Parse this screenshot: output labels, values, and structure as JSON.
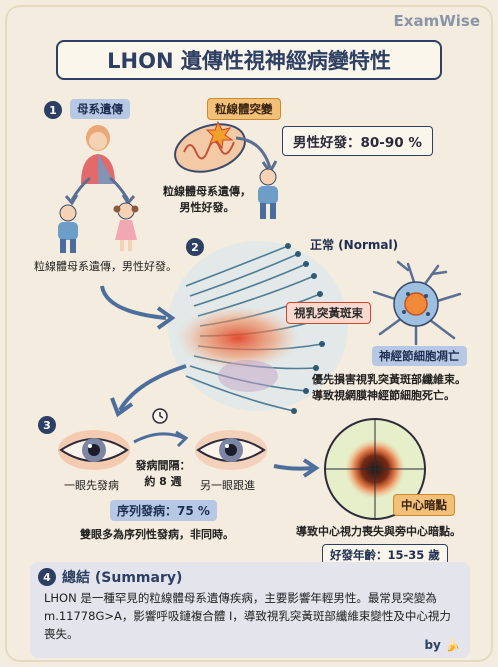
{
  "brand": "ExamWise",
  "title": "LHON 遺傳性視神經病變特性",
  "section1": {
    "number": "1",
    "tag": "母系遺傳",
    "mito_tag": "粒線體突變",
    "male_box": "男性好發：80-90 %",
    "mito_caption_line1": "粒線體母系遺傳，",
    "mito_caption_line2": "男性好發。",
    "family_caption": "粒線體母系遺傳，男性好發。"
  },
  "section2": {
    "number": "2",
    "normal_label": "正常 (Normal)",
    "lesion_tag": "視乳突黃斑束",
    "ganglion_tag": "神經節細胞凋亡",
    "desc_line1": "優先損害視乳突黃斑部纖維束。",
    "desc_line2": "導致視網膜神經節細胞死亡。"
  },
  "section3": {
    "number": "3",
    "first_eye": "一眼先發病",
    "interval_line1": "發病間隔：",
    "interval_line2": "約 8 週",
    "second_eye": "另一眼跟進",
    "sequential_tag": "序列發病：75 %",
    "sequential_caption": "雙眼多為序列性發病，非同時。",
    "scotoma_tag": "中心暗點",
    "scotoma_caption": "導致中心視力喪失與旁中心暗點。",
    "onset_age": "好發年齡：15-35 歲"
  },
  "summary": {
    "number": "4",
    "heading": "總結 (Summary)",
    "body": "LHON 是一種罕見的粒線體母系遺傳疾病，主要影響年輕男性。最常見突變為 m.11778G>A，影響呼吸鏈複合體 I，導致視乳突黃斑部纖維束變性及中心視力喪失。",
    "signature": "by 🍌"
  },
  "colors": {
    "navy": "#2d3f63",
    "accent_orange": "#f2c078",
    "lesion_red": "#d1452a",
    "summary_bg": "#e3e4ec"
  }
}
